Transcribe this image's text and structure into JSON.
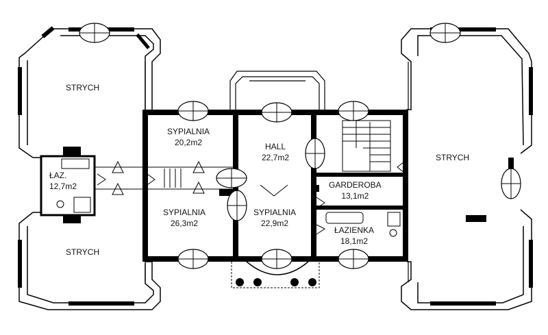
{
  "rooms": [
    {
      "id": "strych-nw",
      "name": "STRYCH",
      "area": ""
    },
    {
      "id": "strych-sw",
      "name": "STRYCH",
      "area": ""
    },
    {
      "id": "strych-e",
      "name": "STRYCH",
      "area": ""
    },
    {
      "id": "laz-small",
      "name": "ŁAZ.",
      "area": "12,7m2"
    },
    {
      "id": "sypialnia-nw",
      "name": "SYPIALNIA",
      "area": "20,2m2"
    },
    {
      "id": "sypialnia-sw",
      "name": "SYPIALNIA",
      "area": "26,3m2"
    },
    {
      "id": "hall",
      "name": "HALL",
      "area": "22,7m2"
    },
    {
      "id": "sypialnia-s",
      "name": "SYPIALNIA",
      "area": "22,9m2"
    },
    {
      "id": "garderoba",
      "name": "GARDEROBA",
      "area": "13,1m2"
    },
    {
      "id": "lazienka",
      "name": "ŁAZIENKA",
      "area": "18,1m2"
    }
  ]
}
